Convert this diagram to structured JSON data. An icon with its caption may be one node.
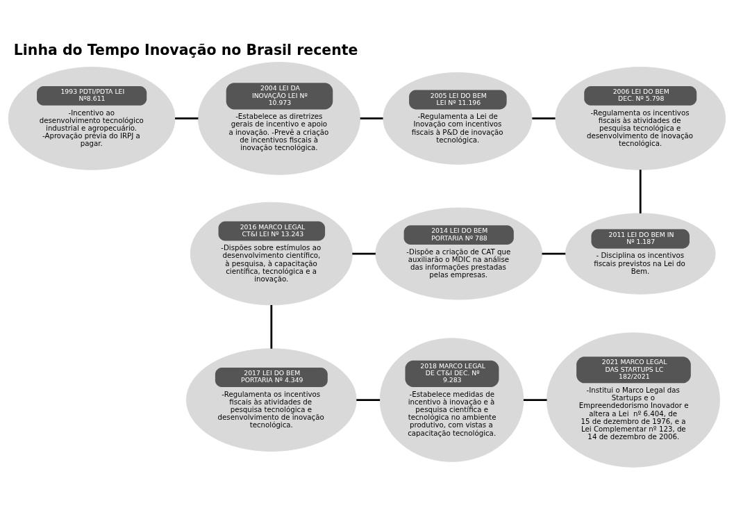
{
  "diagram": {
    "title": "Linha do Tempo Inovação no Brasil recente",
    "nodes": [
      {
        "text": [
          "1993 PDTI/PDTA LEI Nº8.611",
          "-Incentivo ao desenvolvimento tecnológico industrial e agropecuário. -Aprovação prévia do IRPJ a pagar."
        ]
      },
      {
        "text": [
          "2004 LEI DA INOVAÇÃO LEI Nº 10.973",
          "-Estabelece as diretrizes gerais de incentivo e apoio a inovação. -Prevê a criação de incentivos fiscais à inovação tecnológica."
        ]
      },
      {
        "text": [
          "2005 LEI DO BEM LEI Nº 11.196",
          "-Regulamenta a Lei de Inovação com incentivos fiscais à P&D de inovação tecnológica."
        ]
      },
      {
        "text": [
          "2006 LEI DO BEM DEC. Nº 5.798",
          "-Regulamenta os incentivos fiscais às atividades de pesquisa tecnológica e desenvolvimento de inovação tecnológica."
        ]
      },
      {
        "text": [
          "2011 LEI DO BEM IN Nº 1.187",
          "- Disciplina os incentivos fiscais previstos na Lei do Bem."
        ]
      },
      {
        "text": [
          "2014 LEI DO BEM PORTARIA Nº 788",
          "-Dispõe a criação de CAT que auxiliarão o MDIC na análise das informações prestadas pelas empresas."
        ]
      },
      {
        "text": [
          "2016 MARCO LEGAL CT&I LEI Nº 13.243",
          "-Dispões sobre estímulos ao desenvolvimento científico, à pesquisa, à capacitação científica, tecnológica e a inovação."
        ]
      },
      {
        "text": [
          "2017 LEI DO BEM PORTARIA Nº 4.349",
          "-Regulamenta os incentivos fiscais às atividades de pesquisa tecnológica e desenvolvimento de inovação tecnológica."
        ]
      },
      {
        "text": [
          "2018 MARCO LEGAL DE CT&I DEC. Nº 9.283",
          "-Estabelece medidas de incentivo à inovação e à pesquisa científica e tecnológica no ambiente produtivo, com vistas a capacitação tecnológica."
        ]
      },
      {
        "text": [
          "2021 MARCO LEGAL DAS STARTUPS LC 182/2021",
          "-Institui o Marco Legal das Startups e o Empreendedorismo Inovador e altera a Lei  nº 6.404, de 15 de dezembro de 1976, e a Lei Complementar nº 123, de 14 de dezembro de 2006."
        ]
      }
    ],
    "edges": [
      {
        "from": 0,
        "to": 1,
        "arrow": "none"
      },
      {
        "from": 1,
        "to": 2,
        "arrow": "none"
      },
      {
        "from": 2,
        "to": 3,
        "arrow": "none"
      },
      {
        "from": 3,
        "to": 4,
        "arrow": "none"
      },
      {
        "from": 4,
        "to": 5,
        "arrow": "none"
      },
      {
        "from": 5,
        "to": 6,
        "arrow": "none"
      },
      {
        "from": 6,
        "to": 7,
        "arrow": "none"
      },
      {
        "from": 7,
        "to": 8,
        "arrow": "none"
      },
      {
        "from": 8,
        "to": 9,
        "arrow": "none"
      }
    ]
  }
}
